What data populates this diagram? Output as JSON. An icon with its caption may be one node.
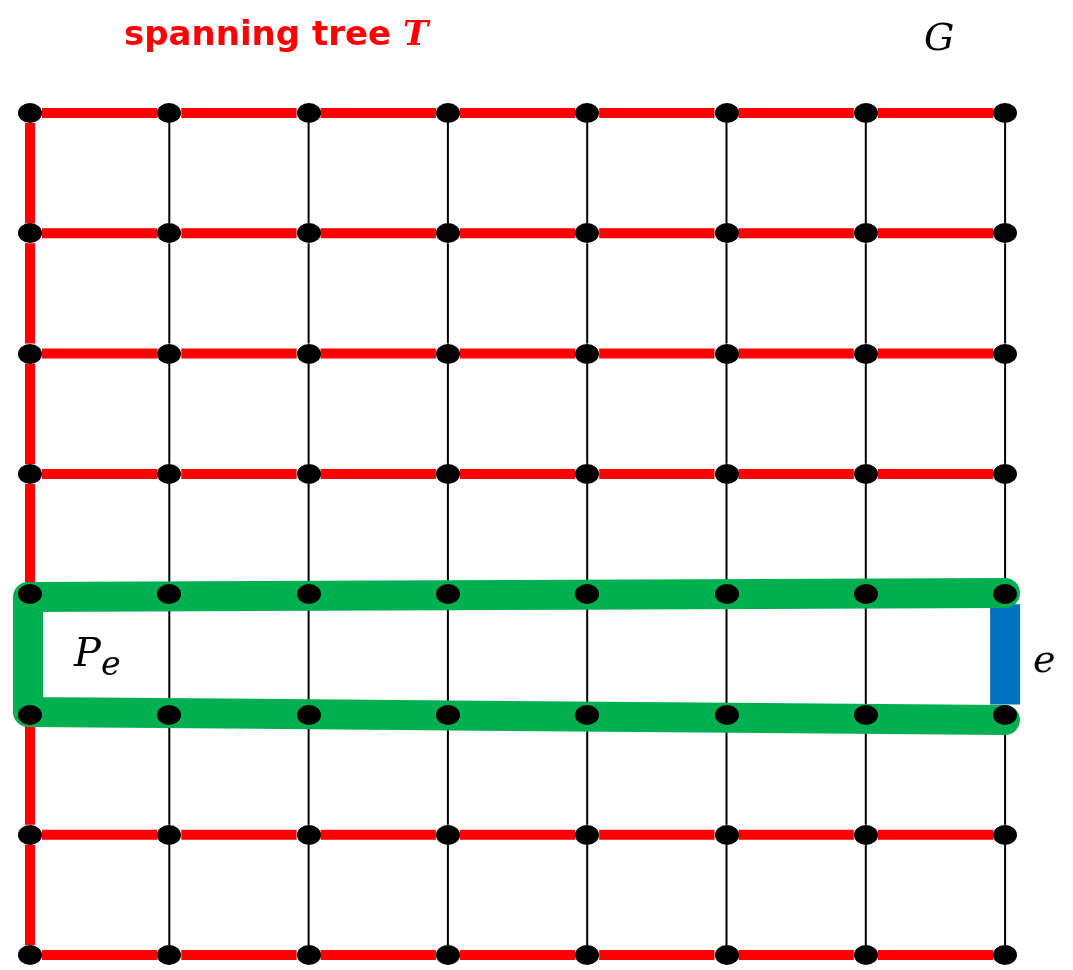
{
  "diagram": {
    "nodes": [
      {
        "text": [],
        "shape": "circle"
      },
      {
        "text": [],
        "shape": "circle"
      },
      {
        "text": [],
        "shape": "circle"
      },
      {
        "text": [],
        "shape": "circle"
      },
      {
        "text": [],
        "shape": "circle"
      },
      {
        "text": [],
        "shape": "circle"
      },
      {
        "text": [],
        "shape": "circle"
      },
      {
        "text": [],
        "shape": "circle"
      },
      {
        "text": [],
        "shape": "circle"
      },
      {
        "text": [],
        "shape": "circle"
      },
      {
        "text": [],
        "shape": "circle"
      },
      {
        "text": [],
        "shape": "circle"
      },
      {
        "text": [],
        "shape": "circle"
      },
      {
        "text": [],
        "shape": "circle"
      },
      {
        "text": [],
        "shape": "circle"
      },
      {
        "text": [],
        "shape": "circle"
      },
      {
        "text": [],
        "shape": "circle"
      },
      {
        "text": [],
        "shape": "circle"
      },
      {
        "text": [],
        "shape": "circle"
      },
      {
        "text": [],
        "shape": "circle"
      },
      {
        "text": [],
        "shape": "circle"
      },
      {
        "text": [],
        "shape": "circle"
      },
      {
        "text": [],
        "shape": "circle"
      },
      {
        "text": [],
        "shape": "circle"
      },
      {
        "text": [],
        "shape": "circle"
      },
      {
        "text": [],
        "shape": "circle"
      },
      {
        "text": [],
        "shape": "circle"
      },
      {
        "text": [],
        "shape": "circle"
      },
      {
        "text": [],
        "shape": "circle"
      },
      {
        "text": [],
        "shape": "circle"
      },
      {
        "text": [],
        "shape": "circle"
      },
      {
        "text": [],
        "shape": "circle"
      },
      {
        "text": [],
        "shape": "circle"
      },
      {
        "text": [],
        "shape": "circle"
      },
      {
        "text": [],
        "shape": "circle"
      },
      {
        "text": [],
        "shape": "circle"
      },
      {
        "text": [],
        "shape": "circle"
      },
      {
        "text": [],
        "shape": "circle"
      },
      {
        "text": [],
        "shape": "circle"
      },
      {
        "text": [],
        "shape": "circle"
      },
      {
        "text": [],
        "shape": "circle"
      },
      {
        "text": [],
        "shape": "circle"
      },
      {
        "text": [],
        "shape": "circle"
      },
      {
        "text": [],
        "shape": "circle"
      },
      {
        "text": [],
        "shape": "circle"
      },
      {
        "text": [],
        "shape": "circle"
      },
      {
        "text": [],
        "shape": "circle"
      },
      {
        "text": [],
        "shape": "circle"
      },
      {
        "text": [],
        "shape": "circle"
      },
      {
        "text": [],
        "shape": "circle"
      },
      {
        "text": [],
        "shape": "circle"
      },
      {
        "text": [],
        "shape": "circle"
      },
      {
        "text": [],
        "shape": "circle"
      },
      {
        "text": [],
        "shape": "circle"
      },
      {
        "text": [],
        "shape": "circle"
      },
      {
        "text": [],
        "shape": "circle"
      },
      {
        "text": [],
        "shape": "circle"
      },
      {
        "text": [],
        "shape": "circle"
      },
      {
        "text": [],
        "shape": "circle"
      },
      {
        "text": [],
        "shape": "circle"
      },
      {
        "text": [],
        "shape": "circle"
      },
      {
        "text": [],
        "shape": "circle"
      },
      {
        "text": [],
        "shape": "circle"
      },
      {
        "text": [],
        "shape": "circle"
      }
    ],
    "edges": [
      {
        "from": 0,
        "to": 1,
        "arrow": "none"
      },
      {
        "from": 1,
        "to": 2,
        "arrow": "none"
      },
      {
        "from": 2,
        "to": 3,
        "arrow": "none"
      },
      {
        "from": 3,
        "to": 4,
        "arrow": "none"
      },
      {
        "from": 4,
        "to": 5,
        "arrow": "none"
      },
      {
        "from": 5,
        "to": 6,
        "arrow": "none"
      },
      {
        "from": 6,
        "to": 7,
        "arrow": "none"
      },
      {
        "from": 8,
        "to": 9,
        "arrow": "none"
      },
      {
        "from": 9,
        "to": 10,
        "arrow": "none"
      },
      {
        "from": 10,
        "to": 11,
        "arrow": "none"
      },
      {
        "from": 11,
        "to": 12,
        "arrow": "none"
      },
      {
        "from": 12,
        "to": 13,
        "arrow": "none"
      },
      {
        "from": 13,
        "to": 14,
        "arrow": "none"
      },
      {
        "from": 14,
        "to": 15,
        "arrow": "none"
      },
      {
        "from": 16,
        "to": 17,
        "arrow": "none"
      },
      {
        "from": 17,
        "to": 18,
        "arrow": "none"
      },
      {
        "from": 18,
        "to": 19,
        "arrow": "none"
      },
      {
        "from": 19,
        "to": 20,
        "arrow": "none"
      },
      {
        "from": 20,
        "to": 21,
        "arrow": "none"
      },
      {
        "from": 21,
        "to": 22,
        "arrow": "none"
      },
      {
        "from": 22,
        "to": 23,
        "arrow": "none"
      },
      {
        "from": 24,
        "to": 25,
        "arrow": "none"
      },
      {
        "from": 25,
        "to": 26,
        "arrow": "none"
      },
      {
        "from": 26,
        "to": 27,
        "arrow": "none"
      },
      {
        "from": 27,
        "to": 28,
        "arrow": "none"
      },
      {
        "from": 28,
        "to": 29,
        "arrow": "none"
      },
      {
        "from": 29,
        "to": 30,
        "arrow": "none"
      },
      {
        "from": 30,
        "to": 31,
        "arrow": "none"
      },
      {
        "from": 48,
        "to": 49,
        "arrow": "none"
      },
      {
        "from": 49,
        "to": 50,
        "arrow": "none"
      },
      {
        "from": 50,
        "to": 51,
        "arrow": "none"
      },
      {
        "from": 51,
        "to": 52,
        "arrow": "none"
      },
      {
        "from": 52,
        "to": 53,
        "arrow": "none"
      },
      {
        "from": 53,
        "to": 54,
        "arrow": "none"
      },
      {
        "from": 54,
        "to": 55,
        "arrow": "none"
      },
      {
        "from": 56,
        "to": 57,
        "arrow": "none"
      },
      {
        "from": 57,
        "to": 58,
        "arrow": "none"
      },
      {
        "from": 58,
        "to": 59,
        "arrow": "none"
      },
      {
        "from": 59,
        "to": 60,
        "arrow": "none"
      },
      {
        "from": 60,
        "to": 61,
        "arrow": "none"
      },
      {
        "from": 61,
        "to": 62,
        "arrow": "none"
      },
      {
        "from": 62,
        "to": 63,
        "arrow": "none"
      },
      {
        "from": 0,
        "to": 8,
        "arrow": "none"
      },
      {
        "from": 8,
        "to": 16,
        "arrow": "none"
      },
      {
        "from": 16,
        "to": 24,
        "arrow": "none"
      },
      {
        "from": 24,
        "to": 32,
        "arrow": "none"
      },
      {
        "from": 40,
        "to": 48,
        "arrow": "none"
      },
      {
        "from": 48,
        "to": 56,
        "arrow": "none"
      },
      {
        "from": 1,
        "to": 9,
        "arrow": "none",
        "color": "#000000"
      },
      {
        "from": 9,
        "to": 17,
        "arrow": "none",
        "color": "#000000"
      },
      {
        "from": 17,
        "to": 25,
        "arrow": "none",
        "color": "#000000"
      },
      {
        "from": 25,
        "to": 33,
        "arrow": "none",
        "color": "#000000"
      },
      {
        "from": 33,
        "to": 41,
        "arrow": "none",
        "color": "#000000"
      },
      {
        "from": 41,
        "to": 49,
        "arrow": "none",
        "color": "#000000"
      },
      {
        "from": 49,
        "to": 57,
        "arrow": "none",
        "color": "#000000"
      },
      {
        "from": 2,
        "to": 10,
        "arrow": "none",
        "color": "#000000"
      },
      {
        "from": 10,
        "to": 18,
        "arrow": "none",
        "color": "#000000"
      },
      {
        "from": 18,
        "to": 26,
        "arrow": "none",
        "color": "#000000"
      },
      {
        "from": 26,
        "to": 34,
        "arrow": "none",
        "color": "#000000"
      },
      {
        "from": 34,
        "to": 42,
        "arrow": "none",
        "color": "#000000"
      },
      {
        "from": 42,
        "to": 50,
        "arrow": "none",
        "color": "#000000"
      },
      {
        "from": 50,
        "to": 58,
        "arrow": "none",
        "color": "#000000"
      },
      {
        "from": 3,
        "to": 11,
        "arrow": "none",
        "color": "#000000"
      },
      {
        "from": 11,
        "to": 19,
        "arrow": "none",
        "color": "#000000"
      },
      {
        "from": 19,
        "to": 27,
        "arrow": "none",
        "color": "#000000"
      },
      {
        "from": 27,
        "to": 35,
        "arrow": "none",
        "color": "#000000"
      },
      {
        "from": 35,
        "to": 43,
        "arrow": "none",
        "color": "#000000"
      },
      {
        "from": 43,
        "to": 51,
        "arrow": "none",
        "color": "#000000"
      },
      {
        "from": 51,
        "to": 59,
        "arrow": "none",
        "color": "#000000"
      },
      {
        "from": 4,
        "to": 12,
        "arrow": "none",
        "color": "#000000"
      },
      {
        "from": 12,
        "to": 20,
        "arrow": "none",
        "color": "#000000"
      },
      {
        "from": 20,
        "to": 28,
        "arrow": "none",
        "color": "#000000"
      },
      {
        "from": 28,
        "to": 36,
        "arrow": "none",
        "color": "#000000"
      },
      {
        "from": 36,
        "to": 44,
        "arrow": "none",
        "color": "#000000"
      },
      {
        "from": 44,
        "to": 52,
        "arrow": "none",
        "color": "#000000"
      },
      {
        "from": 52,
        "to": 60,
        "arrow": "none",
        "color": "#000000"
      },
      {
        "from": 5,
        "to": 13,
        "arrow": "none",
        "color": "#000000"
      },
      {
        "from": 13,
        "to": 21,
        "arrow": "none",
        "color": "#000000"
      },
      {
        "from": 21,
        "to": 29,
        "arrow": "none",
        "color": "#000000"
      },
      {
        "from": 29,
        "to": 37,
        "arrow": "none",
        "color": "#000000"
      },
      {
        "from": 37,
        "to": 45,
        "arrow": "none",
        "color": "#000000"
      },
      {
        "from": 45,
        "to": 53,
        "arrow": "none",
        "color": "#000000"
      },
      {
        "from": 53,
        "to": 61,
        "arrow": "none",
        "color": "#000000"
      },
      {
        "from": 6,
        "to": 14,
        "arrow": "none",
        "color": "#000000"
      },
      {
        "from": 14,
        "to": 22,
        "arrow": "none",
        "color": "#000000"
      },
      {
        "from": 22,
        "to": 30,
        "arrow": "none",
        "color": "#000000"
      },
      {
        "from": 30,
        "to": 38,
        "arrow": "none",
        "color": "#000000"
      },
      {
        "from": 38,
        "to": 46,
        "arrow": "none",
        "color": "#000000"
      },
      {
        "from": 46,
        "to": 54,
        "arrow": "none",
        "color": "#000000"
      },
      {
        "from": 54,
        "to": 62,
        "arrow": "none",
        "color": "#000000"
      },
      {
        "from": 7,
        "to": 15,
        "arrow": "none",
        "color": "#000000"
      },
      {
        "from": 15,
        "to": 23,
        "arrow": "none",
        "color": "#000000"
      },
      {
        "from": 23,
        "to": 31,
        "arrow": "none",
        "color": "#000000"
      },
      {
        "from": 31,
        "to": 39,
        "arrow": "none",
        "color": "#000000"
      },
      {
        "from": 39,
        "to": 47,
        "arrow": "none",
        "style": "thick",
        "color": "#0070c0"
      },
      {
        "from": 47,
        "to": 55,
        "arrow": "none",
        "color": "#000000"
      },
      {
        "from": 55,
        "to": 63,
        "arrow": "none",
        "color": "#000000"
      }
    ],
    "labels": [
      "spanning tree *T*",
      "G",
      "P$_{e}$",
      "e"
    ]
  }
}
